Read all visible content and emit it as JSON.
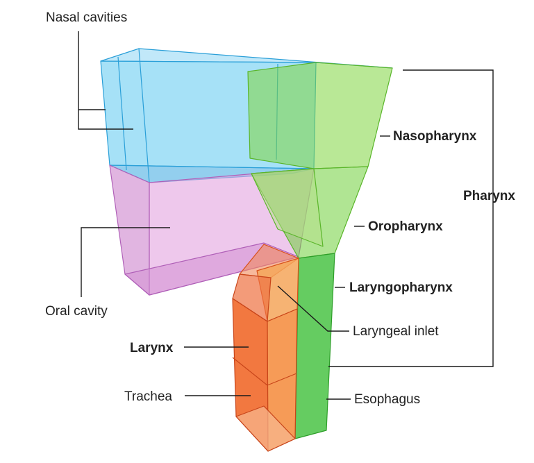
{
  "labels": {
    "nasal_cavities": "Nasal cavities",
    "oral_cavity": "Oral cavity",
    "larynx": "Larynx",
    "trachea": "Trachea",
    "nasopharynx": "Nasopharynx",
    "oropharynx": "Oropharynx",
    "laryngopharynx": "Laryngopharynx",
    "laryngeal_inlet": "Laryngeal inlet",
    "esophagus": "Esophagus",
    "pharynx": "Pharynx"
  },
  "colors": {
    "nasal": "#5cc8f0",
    "oral": "#d98bd6",
    "pharynx": "#7fd640",
    "pharynx_dark": "#3fbf3a",
    "larynx": "#f0601e",
    "larynx_light": "#f5a65a"
  }
}
